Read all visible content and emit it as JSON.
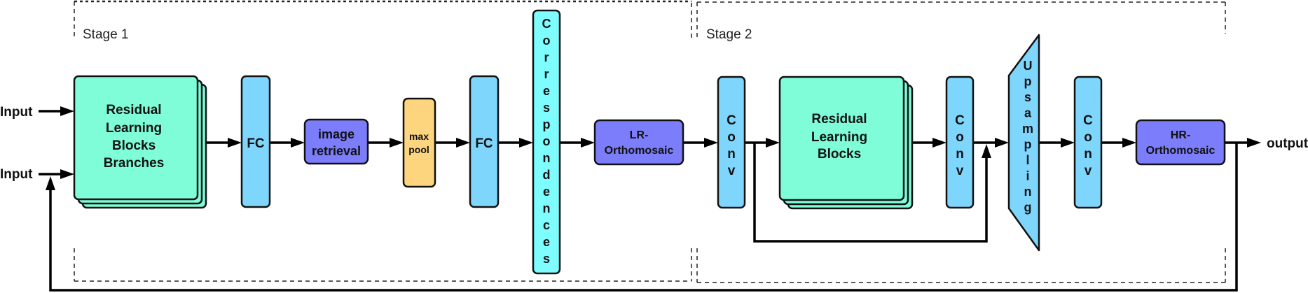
{
  "diagram": {
    "colors": {
      "residual": "#7ffcd8",
      "fc_conv": "#7fd6fd",
      "retrieval": "#7c7dfb",
      "maxpool": "#fed57f",
      "correspondences": "#7ffcfd",
      "stroke": "#111111"
    },
    "stages": [
      {
        "label": "Stage 1"
      },
      {
        "label": "Stage 2"
      }
    ],
    "inputs": [
      {
        "label": "Input"
      },
      {
        "label": "Input"
      }
    ],
    "output": {
      "label": "output"
    },
    "stage1": {
      "residual_branches": [
        "Residual",
        "Learning",
        "Blocks",
        "Branches"
      ],
      "fc1": "FC",
      "image_retrieval": [
        "image",
        "retrieval"
      ],
      "max_pool": [
        "max",
        "pool"
      ],
      "fc2": "FC",
      "correspondences": "Correspondences",
      "lr_orthomosaic": [
        "LR-",
        "Orthomosaic"
      ]
    },
    "stage2": {
      "conv1": "Conv",
      "residual_blocks": [
        "Residual",
        "Learning",
        "Blocks"
      ],
      "conv2": "Conv",
      "upsampling": "Upsampling",
      "conv3": "Conv",
      "hr_orthomosaic": [
        "HR-",
        "Orthomosaic"
      ]
    }
  }
}
